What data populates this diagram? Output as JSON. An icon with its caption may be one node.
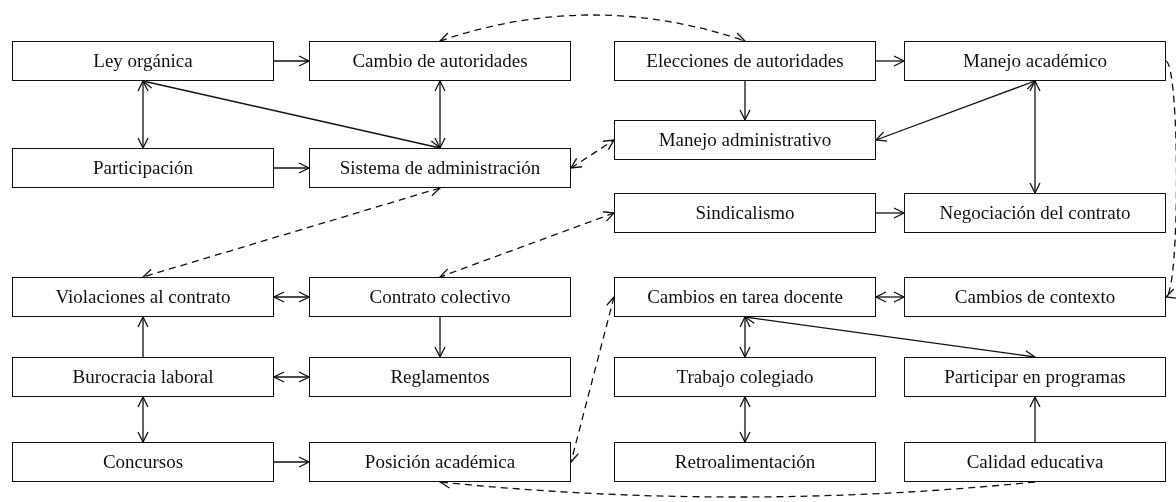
{
  "diagram": {
    "nodes": [
      {
        "text": [
          "Ley orgánica"
        ]
      },
      {
        "text": [
          "Cambio de autoridades"
        ]
      },
      {
        "text": [
          "Elecciones de autoridades"
        ]
      },
      {
        "text": [
          "Manejo académico"
        ]
      },
      {
        "text": [
          "Participación"
        ]
      },
      {
        "text": [
          "Sistema de administración"
        ]
      },
      {
        "text": [
          "Manejo administrativo"
        ]
      },
      {
        "text": [
          "Sindicalismo"
        ]
      },
      {
        "text": [
          "Negociación del contrato"
        ]
      },
      {
        "text": [
          "Violaciones al contrato"
        ]
      },
      {
        "text": [
          "Contrato colectivo"
        ]
      },
      {
        "text": [
          "Cambios en tarea docente"
        ]
      },
      {
        "text": [
          "Cambios de contexto"
        ]
      },
      {
        "text": [
          "Burocracia laboral"
        ]
      },
      {
        "text": [
          "Reglamentos"
        ]
      },
      {
        "text": [
          "Trabajo colegiado"
        ]
      },
      {
        "text": [
          "Participar en programas"
        ]
      },
      {
        "text": [
          "Concursos"
        ]
      },
      {
        "text": [
          "Posición académica"
        ]
      },
      {
        "text": [
          "Retroalimentación"
        ]
      },
      {
        "text": [
          "Calidad educativa"
        ]
      }
    ],
    "edges": [
      {
        "from": 0,
        "to": 1,
        "arrow": "to"
      },
      {
        "from": 0,
        "to": 4,
        "arrow": "both"
      },
      {
        "from": 0,
        "to": 5,
        "arrow": "both"
      },
      {
        "from": 1,
        "to": 5,
        "arrow": "both"
      },
      {
        "from": 4,
        "to": 5,
        "arrow": "to"
      },
      {
        "from": 1,
        "to": 2,
        "arrow": "both",
        "style": "dashed"
      },
      {
        "from": 2,
        "to": 3,
        "arrow": "to"
      },
      {
        "from": 2,
        "to": 6,
        "arrow": "to"
      },
      {
        "from": 3,
        "to": 6,
        "arrow": "both"
      },
      {
        "from": 3,
        "to": 8,
        "arrow": "both"
      },
      {
        "from": 5,
        "to": 6,
        "arrow": "both",
        "style": "dashed"
      },
      {
        "from": 3,
        "to": 12,
        "arrow": "to",
        "style": "dashed"
      },
      {
        "from": 5,
        "to": 9,
        "arrow": "both",
        "style": "dashed"
      },
      {
        "from": 7,
        "to": 10,
        "arrow": "both",
        "style": "dashed"
      },
      {
        "from": 7,
        "to": 8,
        "arrow": "to"
      },
      {
        "from": 9,
        "to": 10,
        "arrow": "both"
      },
      {
        "from": 10,
        "to": 14,
        "arrow": "to"
      },
      {
        "from": 13,
        "to": 9,
        "arrow": "to"
      },
      {
        "from": 13,
        "to": 14,
        "arrow": "both"
      },
      {
        "from": 13,
        "to": 17,
        "arrow": "both"
      },
      {
        "from": 17,
        "to": 18,
        "arrow": "to"
      },
      {
        "from": 11,
        "to": 18,
        "arrow": "both",
        "style": "dashed"
      },
      {
        "from": 11,
        "to": 12,
        "arrow": "both"
      },
      {
        "from": 11,
        "to": 15,
        "arrow": "both"
      },
      {
        "from": 11,
        "to": 16,
        "arrow": "both"
      },
      {
        "from": 15,
        "to": 19,
        "arrow": "both"
      },
      {
        "from": 20,
        "to": 16,
        "arrow": "to"
      },
      {
        "from": 20,
        "to": 18,
        "arrow": "to",
        "style": "dashed"
      }
    ]
  }
}
